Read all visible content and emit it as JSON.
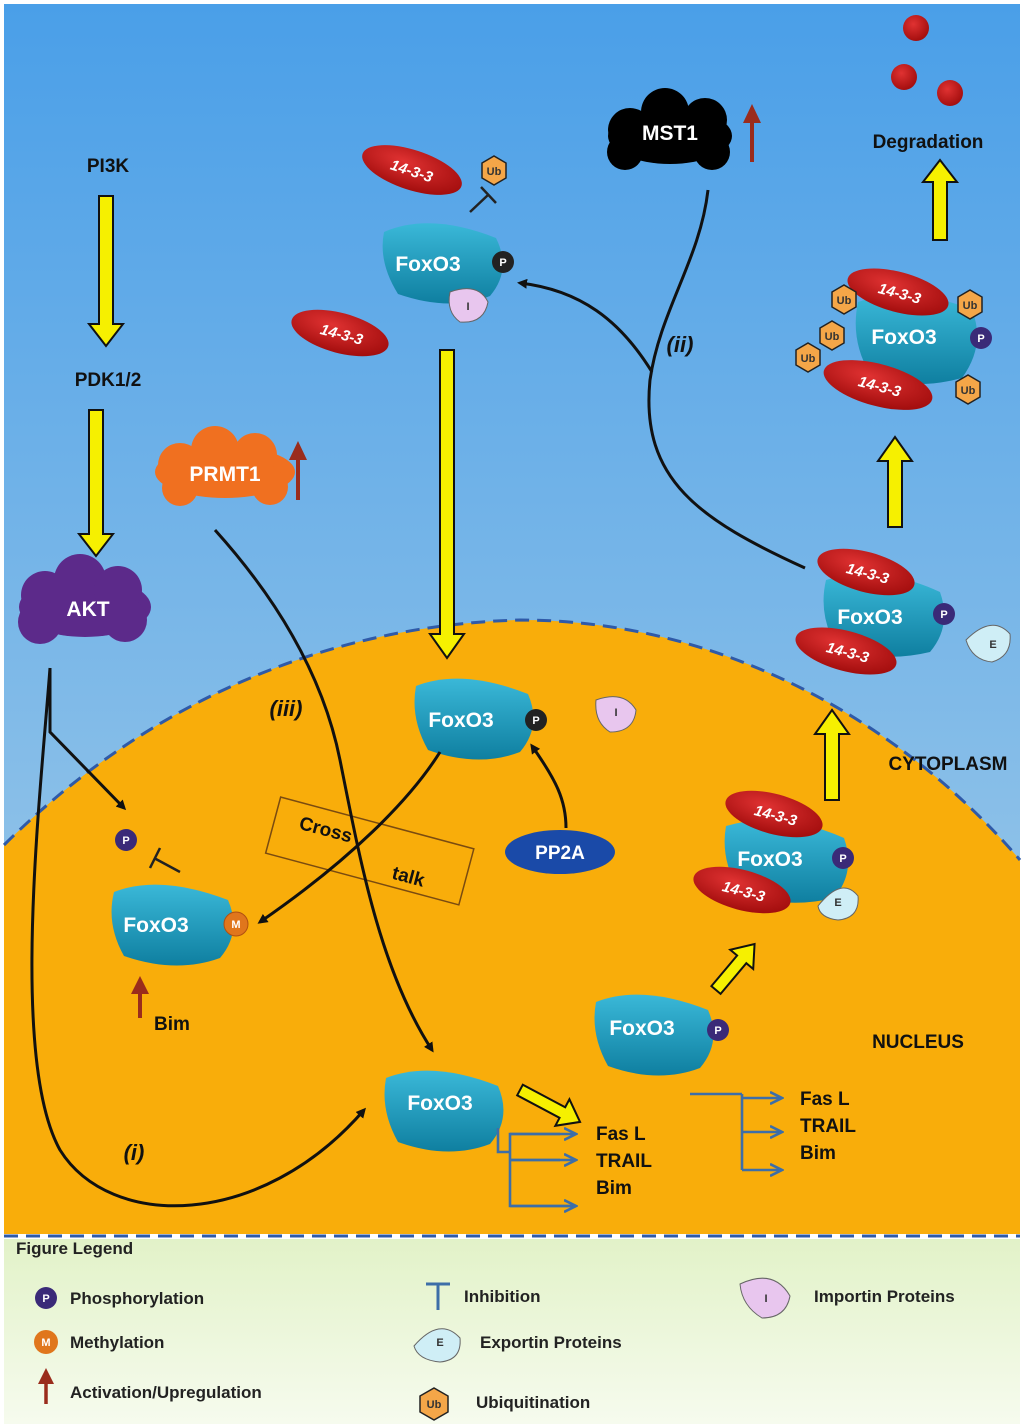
{
  "pathway": {
    "pi3k": "PI3K",
    "pdk": "PDK1/2",
    "akt": "AKT",
    "prmt1": "PRMT1",
    "mst1": "MST1",
    "pp2a": "PP2A",
    "degradation": "Degradation",
    "crosstalk_1": "Cross",
    "crosstalk_2": "talk",
    "step_i": "(i)",
    "step_ii": "(ii)",
    "step_iii": "(iii)",
    "bim_up": "Bim"
  },
  "compartments": {
    "cytoplasm": "CYTOPLASM",
    "nucleus": "NUCLEUS"
  },
  "proteins": {
    "foxo3": "FoxO3",
    "p1433": "14-3-3",
    "p_mark": "P",
    "m_mark": "M",
    "i_mark": "I",
    "e_mark": "E",
    "ub_mark": "Ub"
  },
  "targets": {
    "left": [
      "Fas L",
      "TRAIL",
      "Bim"
    ],
    "right": [
      "Fas L",
      "TRAIL",
      "Bim"
    ]
  },
  "legend": {
    "title": "Figure Legend",
    "phosphorylation": "Phosphorylation",
    "methylation": "Methylation",
    "activation": "Activation/Upregulation",
    "inhibition": "Inhibition",
    "exportin": "Exportin Proteins",
    "ubiquitination": "Ubiquitination",
    "importin": "Importin Proteins"
  },
  "colors": {
    "sky_top": "#4a9fe8",
    "sky_bottom": "#a9cfe8",
    "nucleus": "#f9ad0a",
    "foxo3": "#1796b8",
    "p1433": "#c01818",
    "yellow_arrow": "#f6f000",
    "legend_bg": "#eef7dc"
  }
}
